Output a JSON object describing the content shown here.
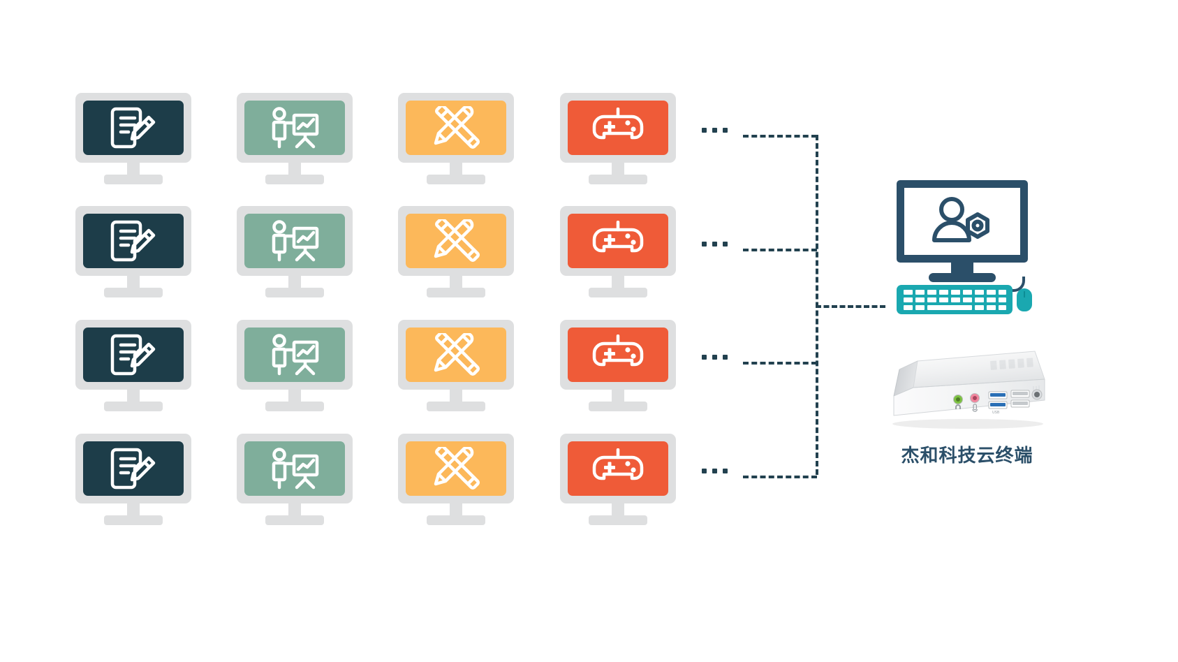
{
  "diagram": {
    "title": "Cloud terminal deployment diagram",
    "colors": {
      "bezel": "#dedfe0",
      "screen_dark": "#1d3d49",
      "screen_green": "#7fae9b",
      "screen_orange": "#fcb košice"
    }
  },
  "workstation": {
    "screen_icon": "user-admin-icon",
    "monitor_color": "#2b4f69",
    "keyboard_color": "#1aa8b0",
    "mouse_color": "#1aa8b0"
  },
  "minipc": {
    "label": "杰和科技云终端",
    "ports": [
      {
        "name": "headphone-jack",
        "color": "#7dc242"
      },
      {
        "name": "microphone-jack",
        "color": "#f07f9a"
      },
      {
        "name": "usb3-port-1",
        "color": "#2a6fb5"
      },
      {
        "name": "usb3-port-2",
        "color": "#2a6fb5"
      },
      {
        "name": "usb2-port-1",
        "color": "#b9bcbe"
      },
      {
        "name": "usb2-port-2",
        "color": "#b9bcbe"
      },
      {
        "name": "power-button",
        "color": "#6b7074"
      }
    ]
  },
  "client_columns": [
    {
      "key": "office",
      "screen_color": "#1d3d49",
      "icon": "document-edit-icon"
    },
    {
      "key": "presentation",
      "screen_color": "#7fae9b",
      "icon": "presenter-chart-icon"
    },
    {
      "key": "design",
      "screen_color": "#fcb85a",
      "icon": "pencil-ruler-icon"
    },
    {
      "key": "gaming",
      "screen_color": "#ef5b38",
      "icon": "gamepad-icon"
    }
  ],
  "rows": [
    {
      "ellipsis": "..."
    },
    {
      "ellipsis": "..."
    },
    {
      "ellipsis": "..."
    },
    {
      "ellipsis": "..."
    }
  ],
  "grid": {
    "columns": 4,
    "rows": 4,
    "col_x": [
      0,
      231,
      462,
      694
    ],
    "row_y": [
      0,
      162,
      325,
      488
    ]
  },
  "connectors": {
    "trunk_color": "#22414f",
    "branch_count": 4
  }
}
